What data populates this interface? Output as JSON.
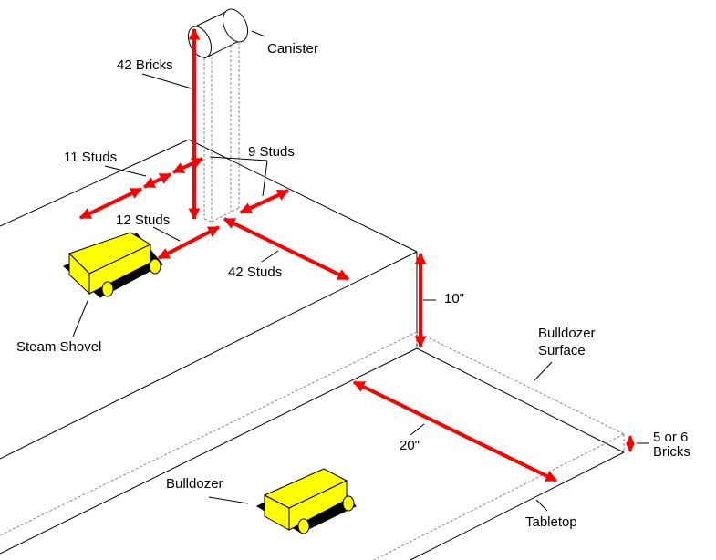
{
  "labels": {
    "canister": "Canister",
    "bricks_42": "42 Bricks",
    "studs_11": "11 Studs",
    "studs_9": "9 Studs",
    "studs_12": "12 Studs",
    "studs_42": "42 Studs",
    "inches_10": "10\"",
    "steam_shovel": "Steam Shovel",
    "bulldozer_surface_1": "Bulldozer",
    "bulldozer_surface_2": "Surface",
    "inches_20": "20\"",
    "bricks_5_6_1": "5 or 6",
    "bricks_5_6_2": "Bricks",
    "bulldozer": "Bulldozer",
    "tabletop": "Tabletop"
  },
  "colors": {
    "dimension": "#ff0000",
    "vehicle": "#ffff00",
    "line": "#000000"
  }
}
